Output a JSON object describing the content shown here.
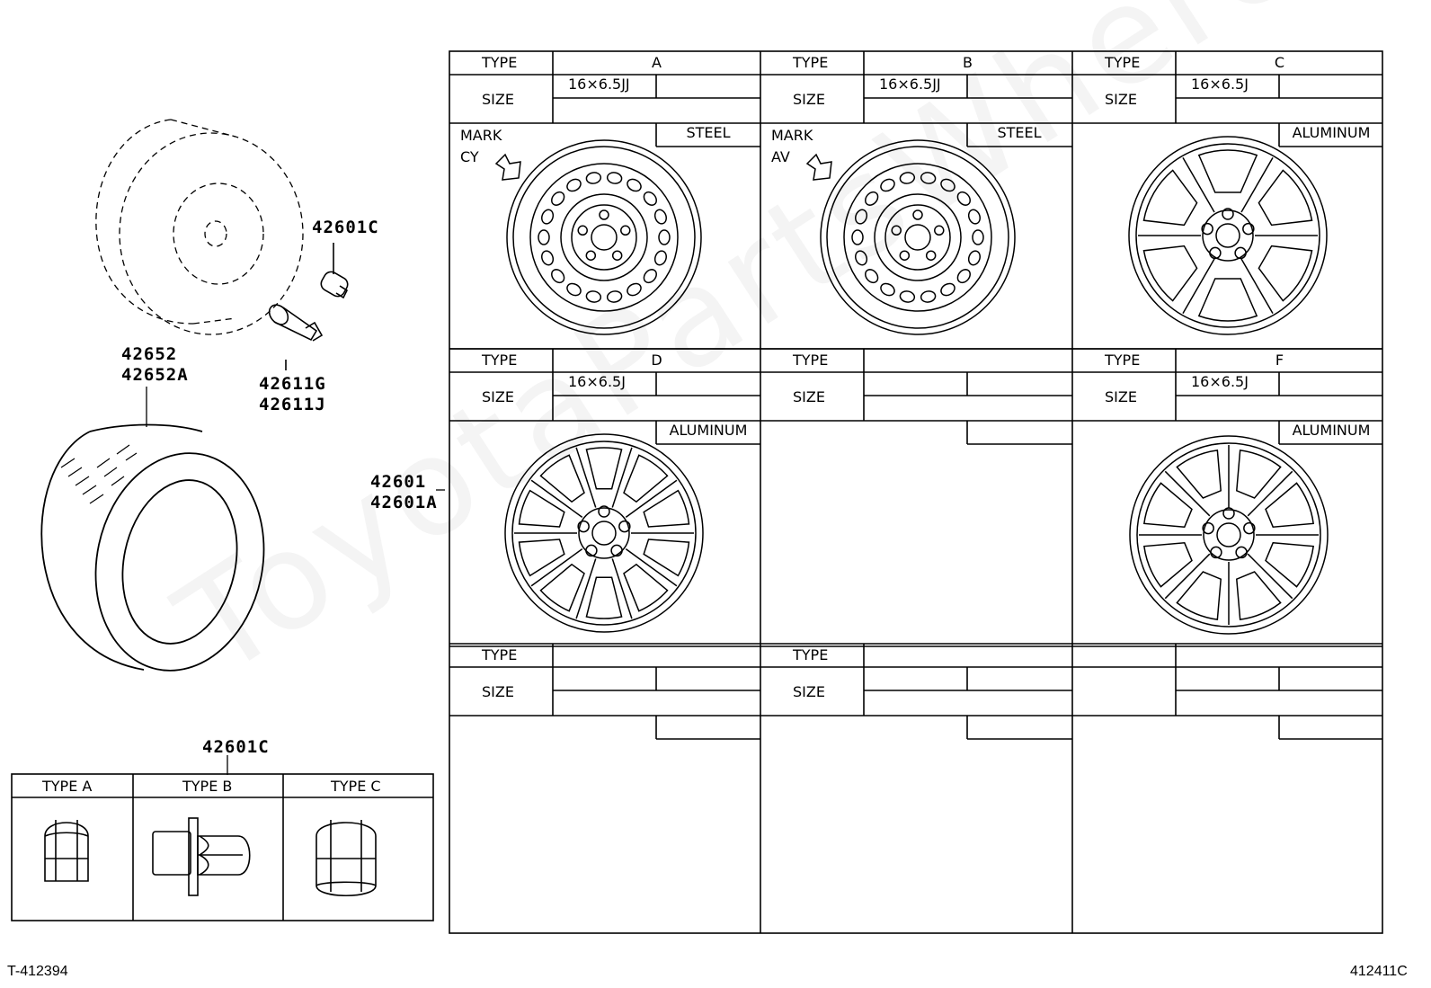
{
  "parts": {
    "valve_cap": "42601C",
    "valve": [
      "42611G",
      "42611J"
    ],
    "tire": [
      "42652",
      "42652A"
    ],
    "wheel": [
      "42601",
      "42601A"
    ],
    "nut": "42601C"
  },
  "nut_types": [
    "TYPE A",
    "TYPE B",
    "TYPE C"
  ],
  "table": {
    "type_label": "TYPE",
    "size_label": "SIZE",
    "mark_label": "MARK",
    "cells": [
      {
        "type": "A",
        "size": "16×6.5JJ",
        "material": "STEEL",
        "mark": "CY",
        "wheel": "steel"
      },
      {
        "type": "B",
        "size": "16×6.5JJ",
        "material": "STEEL",
        "mark": "AV",
        "wheel": "steel"
      },
      {
        "type": "C",
        "size": "16×6.5J",
        "material": "ALUMINUM",
        "mark": "",
        "wheel": "alloy6"
      },
      {
        "type": "D",
        "size": "16×6.5J",
        "material": "ALUMINUM",
        "mark": "",
        "wheel": "alloy10"
      },
      {
        "type": "",
        "size": "",
        "material": "",
        "mark": "",
        "wheel": ""
      },
      {
        "type": "F",
        "size": "16×6.5J",
        "material": "ALUMINUM",
        "mark": "",
        "wheel": "alloy8"
      }
    ]
  },
  "footer": {
    "left": "T-412394",
    "right": "412411C"
  },
  "watermark": "ToyotaPartsWhere"
}
